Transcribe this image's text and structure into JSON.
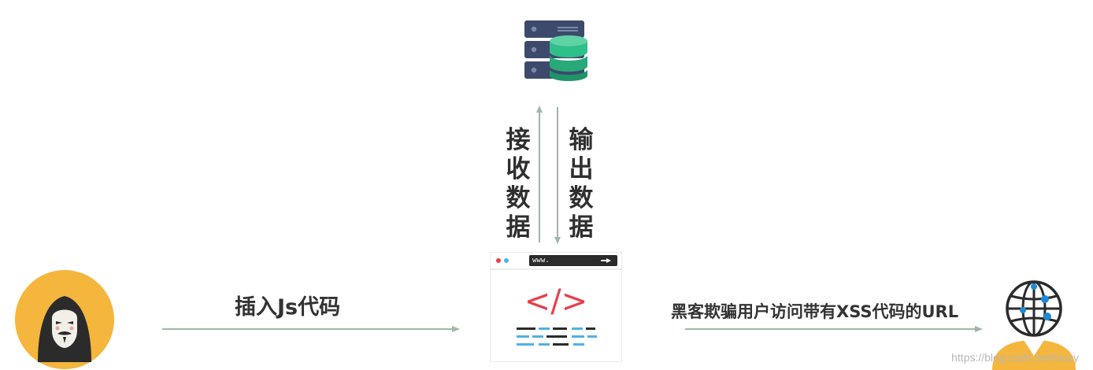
{
  "diagram": {
    "server_to_browser_label": "接收数据",
    "browser_to_server_label": "输出数据",
    "attacker_to_browser_label": "插入Js代码",
    "browser_to_user_label": "黑客欺骗用户访问带有XSS代码的URL",
    "browser_address_text": "www.",
    "code_symbol": "</>",
    "watermark": "https://blog.csdn.net/hiuzy"
  },
  "colors": {
    "arrow": "#9db8a8",
    "code_red": "#e8404a",
    "code_blue": "#4fb1e4",
    "attacker_circle": "#f4b63d",
    "server_body": "#3d4a6b",
    "database_green": "#2fbf8a",
    "globe_blue": "#1e8ad6"
  },
  "icons": {
    "server": "server-database-icon",
    "browser": "browser-code-icon",
    "attacker": "hacker-mask-icon",
    "user": "globe-head-user-icon"
  }
}
